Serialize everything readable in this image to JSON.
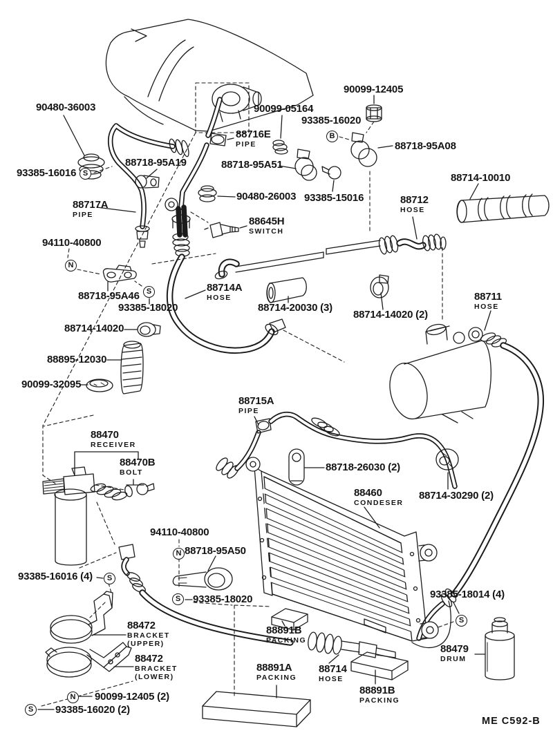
{
  "page": {
    "bg": "#ffffff",
    "ink": "#1b1b1b",
    "footer_code": "ME  C592-B"
  },
  "labels": [
    {
      "text": "90480-36003"
    },
    {
      "text": "93385-16016"
    },
    {
      "text": "88718-95A19"
    },
    {
      "text": "88717A",
      "sub": "PIPE"
    },
    {
      "text": "90099-05164"
    },
    {
      "text": "88716E",
      "sub": "PIPE"
    },
    {
      "text": "88718-95A51"
    },
    {
      "text": "90480-26003"
    },
    {
      "text": "93385-15016"
    },
    {
      "text": "93385-16020"
    },
    {
      "text": "90099-12405"
    },
    {
      "text": "88718-95A08"
    },
    {
      "text": "88714-10010"
    },
    {
      "text": "88712",
      "sub": "HOSE"
    },
    {
      "text": "88645H",
      "sub": "SWITCH"
    },
    {
      "text": "94110-40800"
    },
    {
      "text": "88718-95A46"
    },
    {
      "text": "93385-18020"
    },
    {
      "text": "88714-14020"
    },
    {
      "text": "88895-12030"
    },
    {
      "text": "90099-32095"
    },
    {
      "text": "88714A",
      "sub": "HOSE"
    },
    {
      "text": "88714-20030 (3)"
    },
    {
      "text": "88714-14020 (2)"
    },
    {
      "text": "88711",
      "sub": "HOSE"
    },
    {
      "text": "88715A",
      "sub": "PIPE"
    },
    {
      "text": "88718-26030 (2)"
    },
    {
      "text": "88460",
      "sub": "CONDESER"
    },
    {
      "text": "88714-30290 (2)"
    },
    {
      "text": "88470",
      "sub": "RECEIVER"
    },
    {
      "text": "88470B",
      "sub": "BOLT"
    },
    {
      "text": "94110-40800"
    },
    {
      "text": "88718-95A50"
    },
    {
      "text": "93385-18020"
    },
    {
      "text": "93385-16016 (4)"
    },
    {
      "text": "88472",
      "sub": "BRACKET",
      "sub2": "(UPPER)"
    },
    {
      "text": "88472",
      "sub": "BRACKET",
      "sub2": "(LOWER)"
    },
    {
      "text": "90099-12405 (2)"
    },
    {
      "text": "93385-16020 (2)"
    },
    {
      "text": "88891B",
      "sub": "PACKING"
    },
    {
      "text": "88891A",
      "sub": "PACKING"
    },
    {
      "text": "88714",
      "sub": "HOSE"
    },
    {
      "text": "88891B",
      "sub": "PACKING"
    },
    {
      "text": "93385-18014 (4)"
    },
    {
      "text": "88479",
      "sub": "DRUM"
    }
  ],
  "badges": [
    {
      "letter": "S"
    },
    {
      "letter": "B"
    },
    {
      "letter": "N"
    },
    {
      "letter": "S"
    },
    {
      "letter": "S"
    },
    {
      "letter": "N"
    },
    {
      "letter": "S"
    },
    {
      "letter": "N"
    },
    {
      "letter": "S"
    },
    {
      "letter": "S"
    }
  ]
}
